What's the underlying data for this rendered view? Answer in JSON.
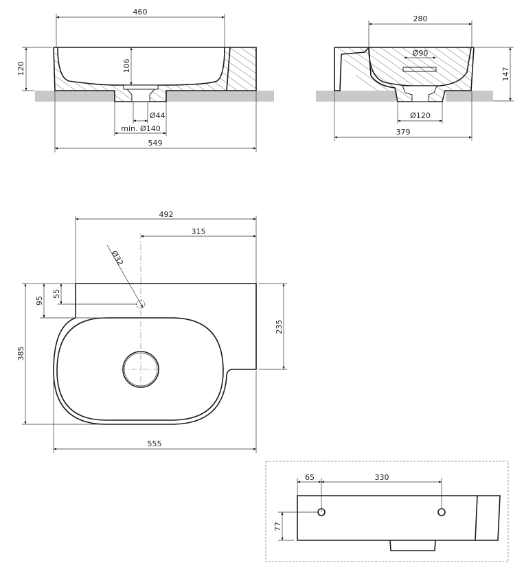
{
  "front_view": {
    "dim_top_width": "460",
    "dim_height": "120",
    "dim_inner_depth": "106",
    "dim_drain": "Ø44",
    "dim_cutout": "min. Ø140",
    "dim_total_width": "549"
  },
  "side_view": {
    "dim_top_width": "280",
    "dim_height": "147",
    "dim_waste": "Ø90",
    "dim_cutout": "Ø120",
    "dim_total_depth": "379"
  },
  "plan_view": {
    "dim_back_width": "492",
    "dim_tap_offset": "315",
    "dim_tap_hole": "Ø32",
    "dim_total_depth": "385",
    "dim_basin_offset": "95",
    "dim_tap_depth": "55",
    "dim_shelf_depth": "235",
    "dim_total_width": "555"
  },
  "rear_view": {
    "dim_hole_offset": "65",
    "dim_hole_spacing": "330",
    "dim_hole_height": "77"
  }
}
